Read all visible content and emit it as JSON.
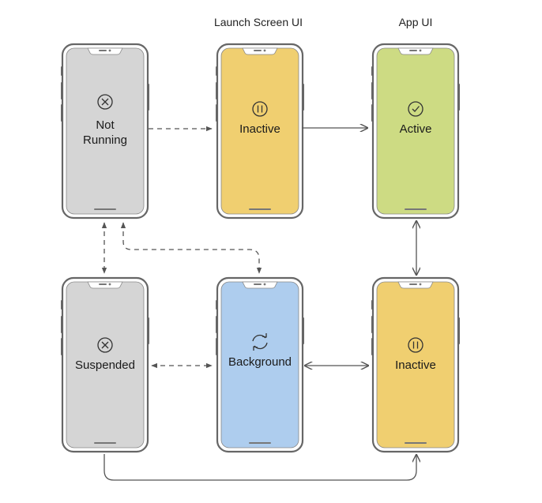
{
  "headers": {
    "launch_screen": "Launch Screen UI",
    "app_ui": "App UI"
  },
  "states": {
    "not_running": {
      "line1": "Not",
      "line2": "Running",
      "icon": "x-circle-icon",
      "color": "#d5d5d5"
    },
    "inactive_launch": {
      "label": "Inactive",
      "icon": "pause-circle-icon",
      "color": "#f0cf70"
    },
    "active": {
      "label": "Active",
      "icon": "check-circle-icon",
      "color": "#cddb83"
    },
    "suspended": {
      "label": "Suspended",
      "icon": "x-circle-icon",
      "color": "#d5d5d5"
    },
    "background": {
      "label": "Background",
      "icon": "refresh-icon",
      "color": "#aecdee"
    },
    "inactive_app": {
      "label": "Inactive",
      "icon": "pause-circle-icon",
      "color": "#f0cf70"
    }
  }
}
